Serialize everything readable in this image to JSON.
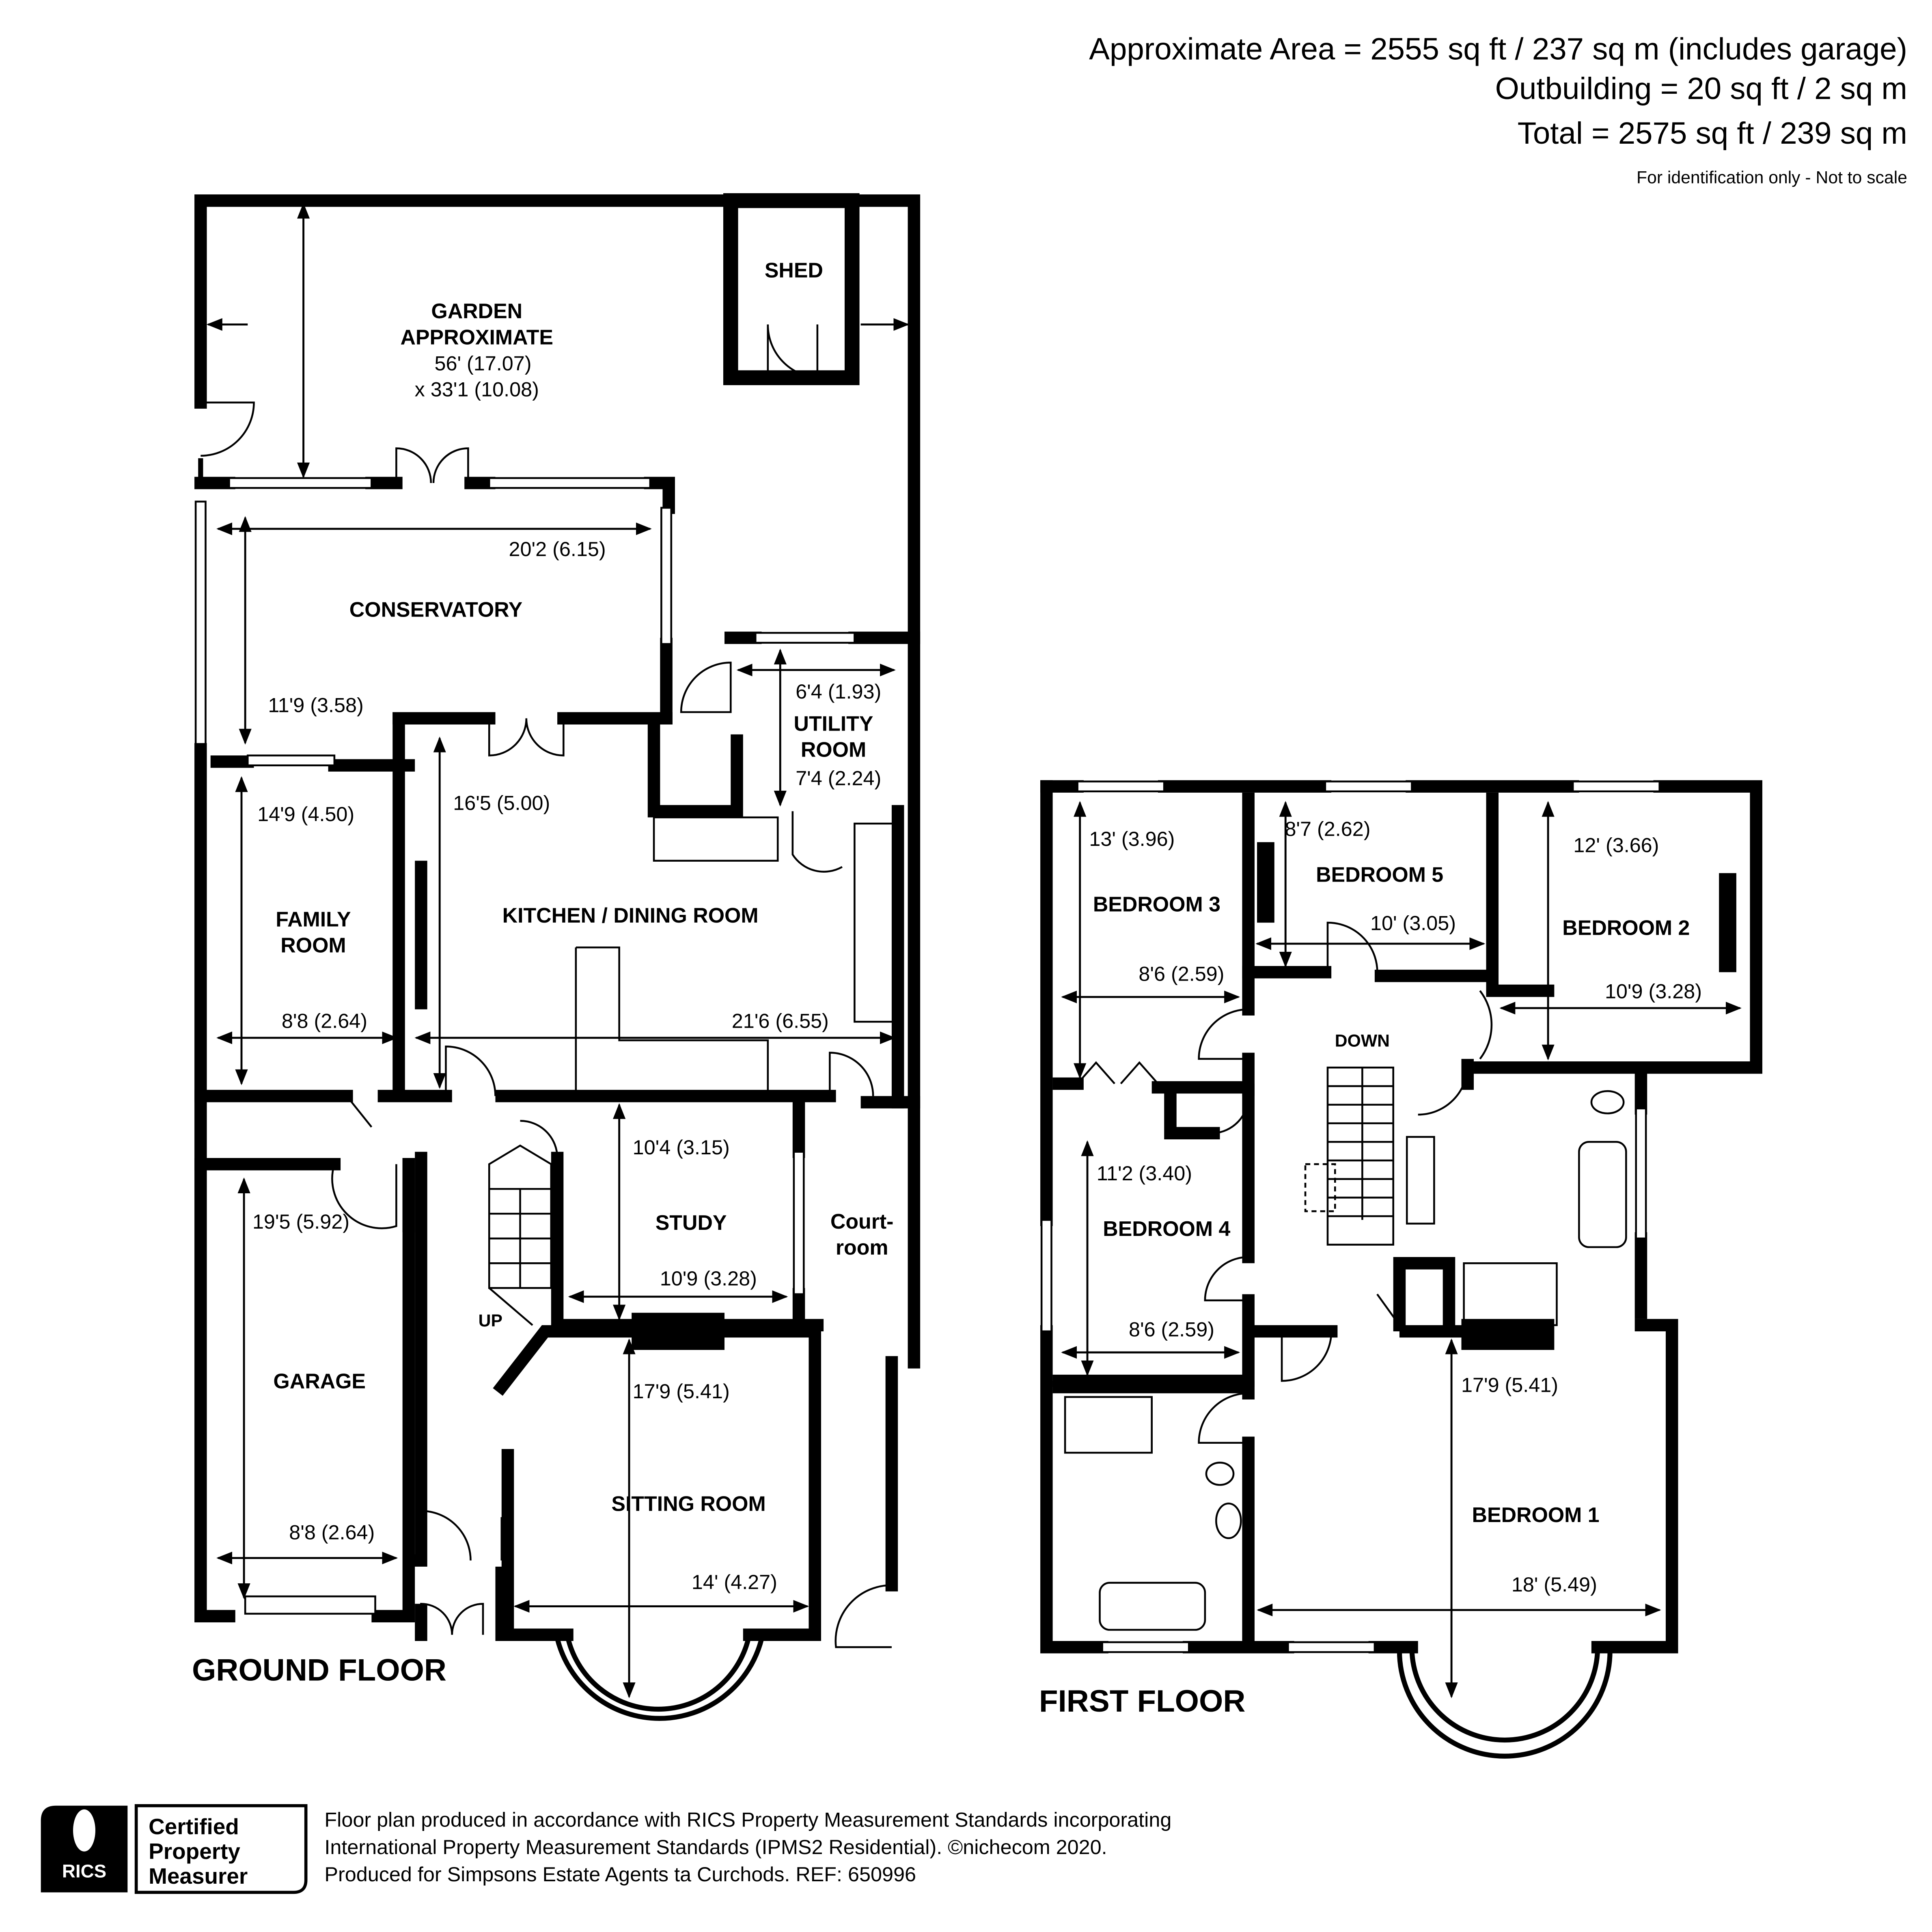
{
  "header": {
    "area": "Approximate Area = 2555 sq ft / 237 sq m (includes garage)",
    "outbuilding": "Outbuilding = 20 sq ft / 2 sq m",
    "total": "Total = 2575 sq ft / 239 sq m",
    "disclaimer": "For identification only - Not to scale"
  },
  "ground_floor": {
    "label": "GROUND FLOOR",
    "garden": {
      "line1": "GARDEN",
      "line2": "APPROXIMATE",
      "dim1": "56' (17.07)",
      "dim2": "x 33'1 (10.08)"
    },
    "shed": {
      "name": "SHED"
    },
    "conservatory": {
      "name": "CONSERVATORY",
      "width": "20'2 (6.15)",
      "depth": "11'9 (3.58)"
    },
    "utility": {
      "line1": "UTILITY",
      "line2": "ROOM",
      "width": "6'4 (1.93)",
      "depth": "7'4 (2.24)"
    },
    "family_room": {
      "line1": "FAMILY",
      "line2": "ROOM",
      "depth": "14'9 (4.50)",
      "width": "8'8 (2.64)"
    },
    "kitchen": {
      "name": "KITCHEN / DINING ROOM",
      "depth": "16'5 (5.00)",
      "width": "21'6 (6.55)"
    },
    "study": {
      "name": "STUDY",
      "depth": "10'4 (3.15)",
      "width": "10'9 (3.28)"
    },
    "courtyard": {
      "line1": "Court-",
      "line2": "room"
    },
    "garage": {
      "name": "GARAGE",
      "depth": "19'5 (5.92)",
      "width": "8'8 (2.64)"
    },
    "sitting_room": {
      "name": "SITTING ROOM",
      "depth": "17'9 (5.41)",
      "width": "14' (4.27)"
    },
    "stairs": "UP"
  },
  "first_floor": {
    "label": "FIRST FLOOR",
    "bedroom3": {
      "name": "BEDROOM 3",
      "depth": "13' (3.96)",
      "width": "8'6 (2.59)"
    },
    "bedroom5": {
      "name": "BEDROOM 5",
      "depth": "8'7 (2.62)",
      "width": "10' (3.05)"
    },
    "bedroom2": {
      "name": "BEDROOM 2",
      "depth": "12' (3.66)",
      "width": "10'9 (3.28)"
    },
    "bedroom4": {
      "name": "BEDROOM 4",
      "depth": "11'2 (3.40)",
      "width": "8'6 (2.59)"
    },
    "bedroom1": {
      "name": "BEDROOM 1",
      "depth": "17'9 (5.41)",
      "width": "18' (5.49)"
    },
    "stairs": "DOWN"
  },
  "footer": {
    "badge": {
      "logo": "RICS",
      "line1": "Certified",
      "line2": "Property",
      "line3": "Measurer"
    },
    "line1": "Floor plan produced in accordance with RICS Property Measurement Standards incorporating",
    "line2": "International Property Measurement Standards (IPMS2 Residential).   ©nichecom 2020.",
    "line3": "Produced for Simpsons Estate Agents ta Curchods.   REF:  650996"
  }
}
